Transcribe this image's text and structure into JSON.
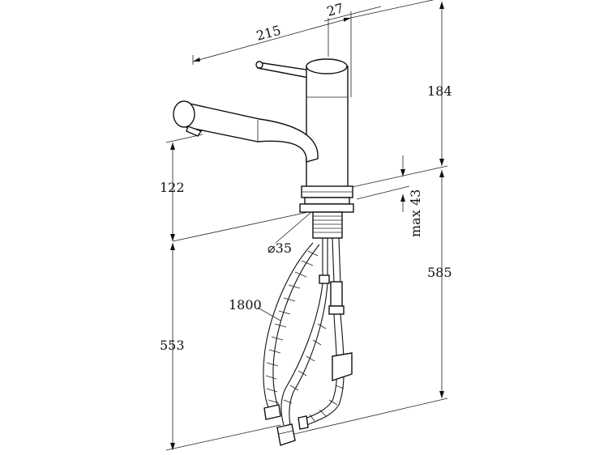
{
  "dimensions": {
    "spout_reach": "215",
    "body_diameter_top": "27",
    "height_above_deck": "184",
    "spout_height": "122",
    "max_deck_thickness_label": "max",
    "max_deck_thickness_value": "43",
    "mounting_hole": "⌀35",
    "hose_length": "1800",
    "total_below_deck": "585",
    "spout_to_hose_end": "553"
  },
  "colors": {
    "line": "#111111",
    "background": "#ffffff"
  }
}
